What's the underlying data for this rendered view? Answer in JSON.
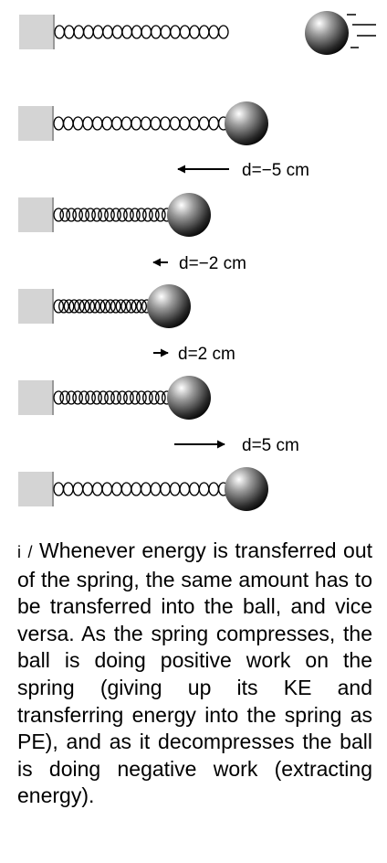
{
  "figure": {
    "label": "i",
    "separator": "/",
    "caption": "Whenever energy is transferred out of the spring, the same amount has to be transferred into the ball, and vice versa.  As the spring compresses, the ball is doing positive work on the spring (giving up its KE and transferring energy into the spring as PE), and as it decompresses the ball is doing negative work (extracting energy)."
  },
  "stages": [
    {
      "id": "approach"
    },
    {
      "id": "contact",
      "displacement_label": "d=−5 cm",
      "arrow_direction": "left"
    },
    {
      "id": "compressing",
      "displacement_label": "d=−2 cm",
      "arrow_direction": "left"
    },
    {
      "id": "max-compression",
      "displacement_label": "d=2 cm",
      "arrow_direction": "right"
    },
    {
      "id": "decompressing",
      "displacement_label": "d=5 cm",
      "arrow_direction": "right"
    },
    {
      "id": "release"
    }
  ],
  "colors": {
    "wall": "#d4d4d4",
    "wall_edge": "#999999",
    "coil": "#000000",
    "ball_light": "#ffffff",
    "ball_dark": "#050505"
  }
}
